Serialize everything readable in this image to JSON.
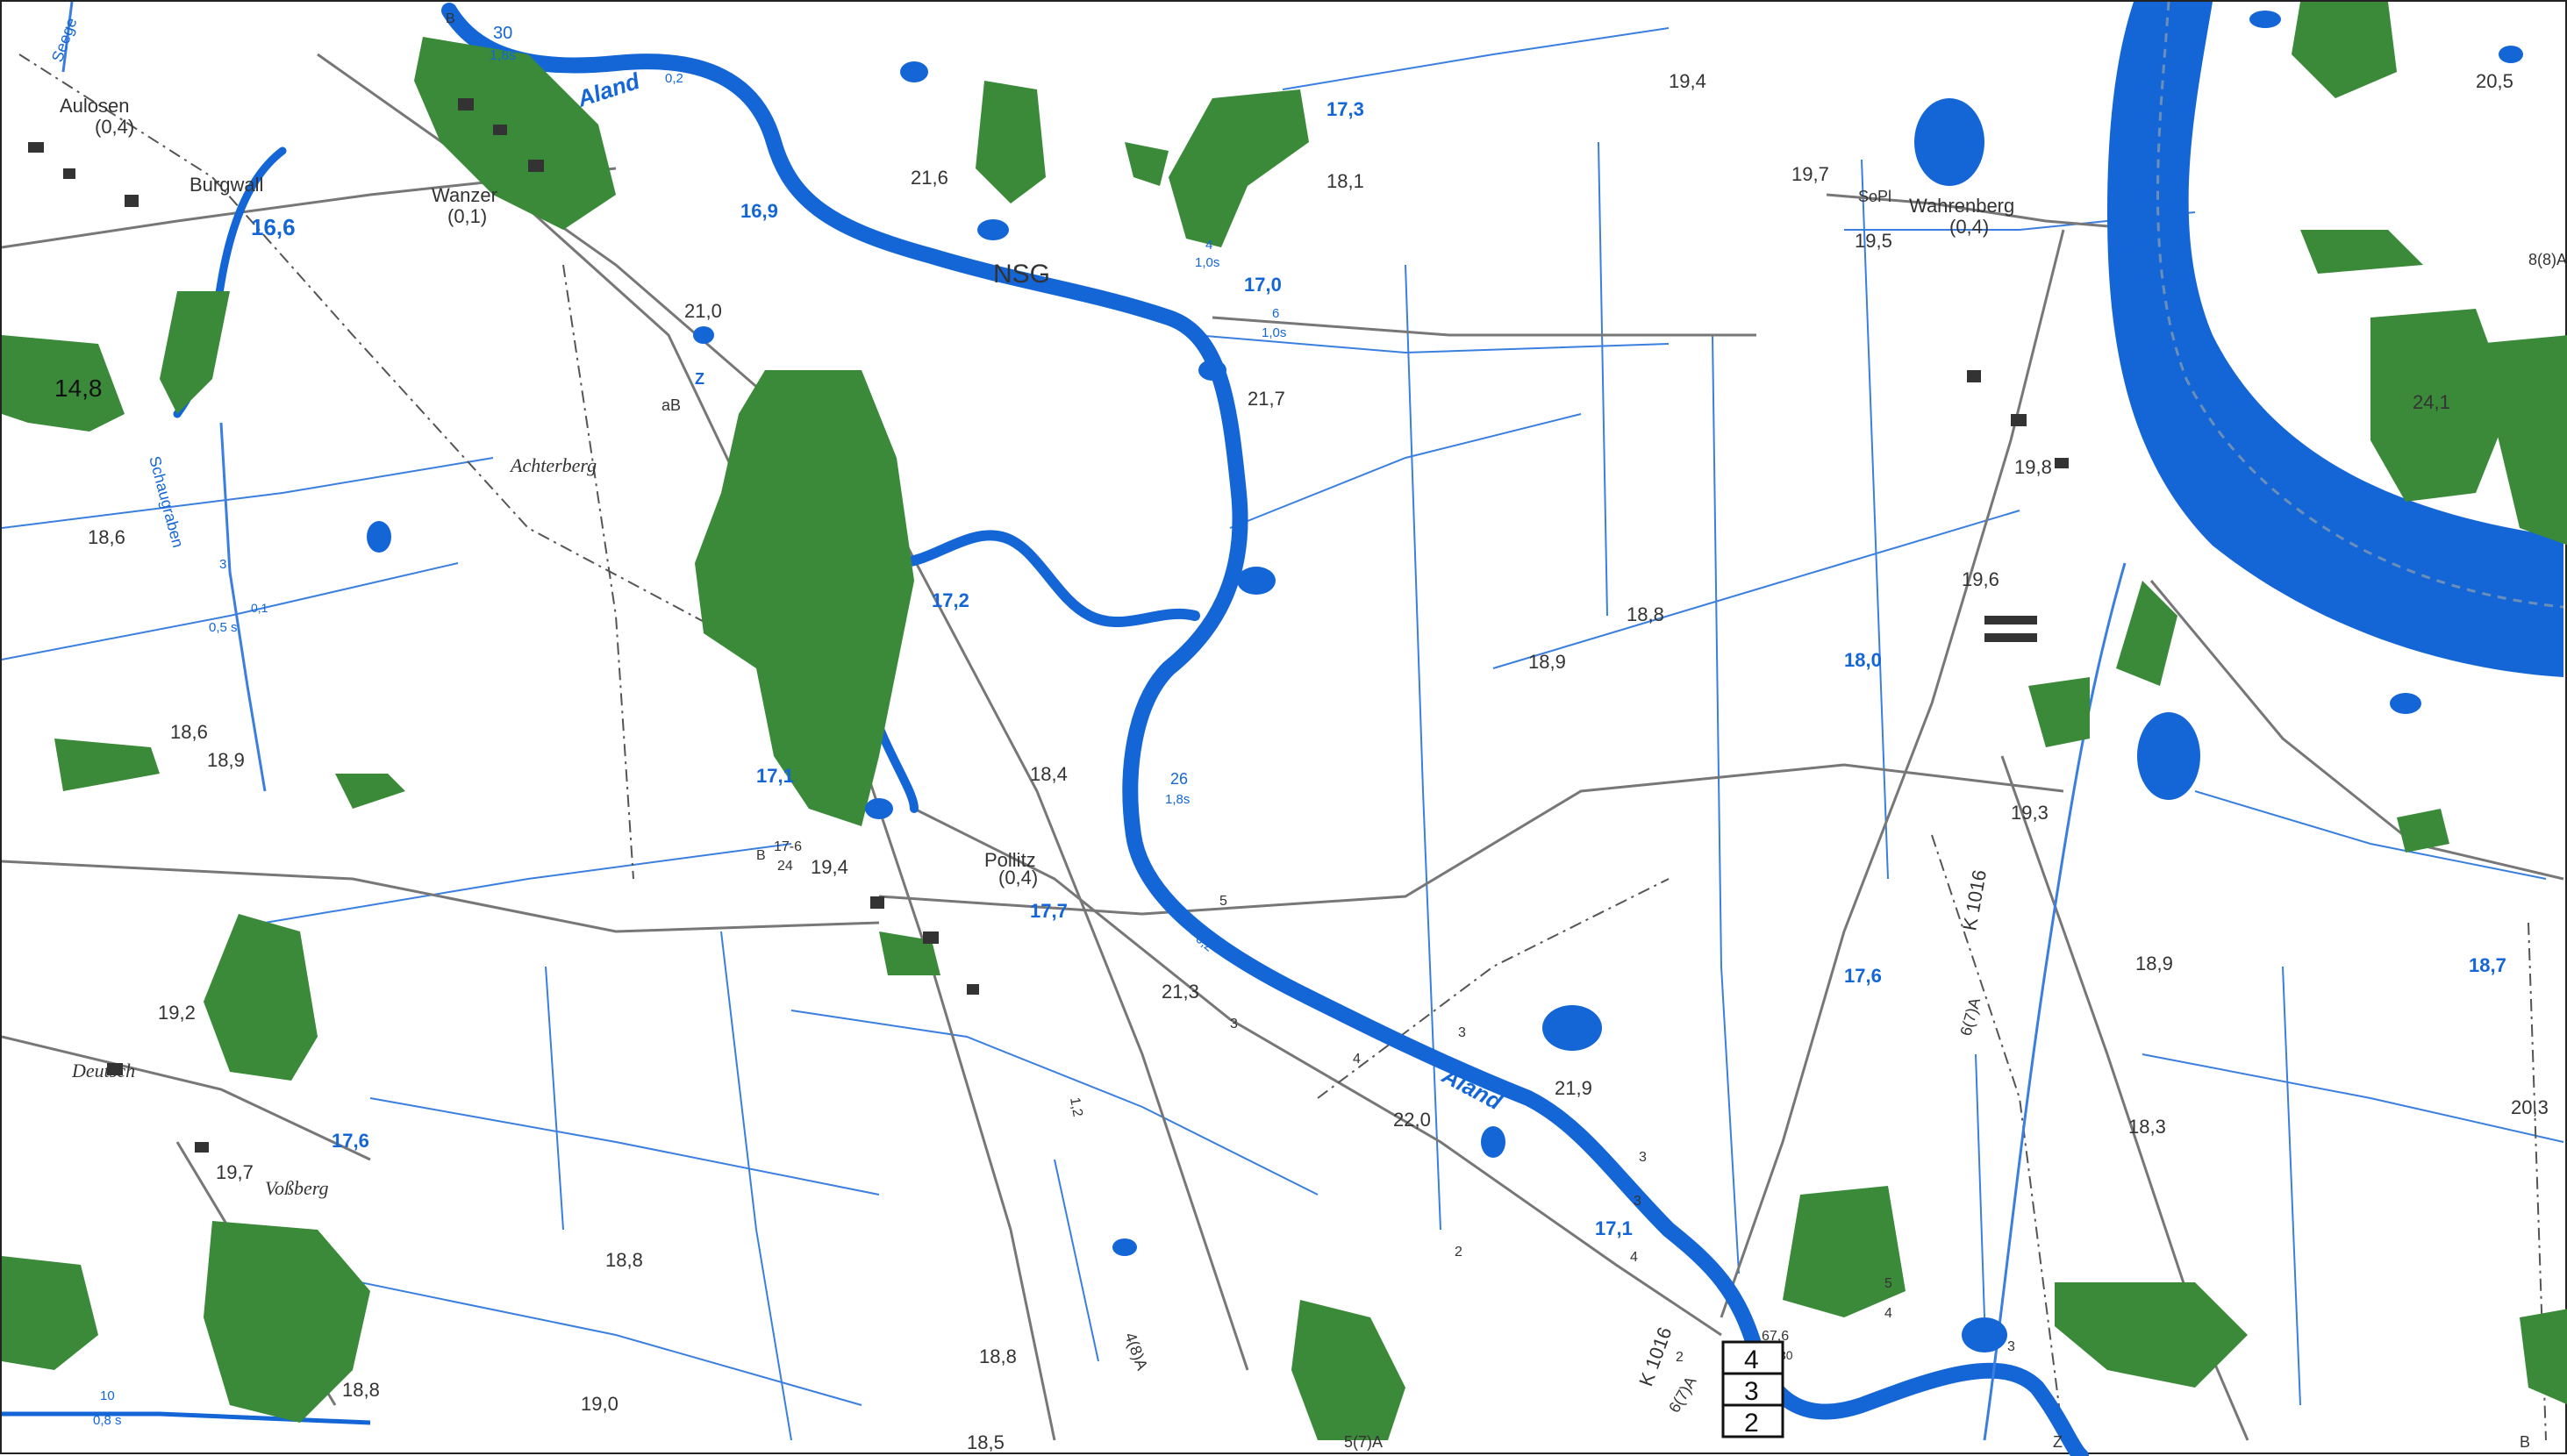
{
  "colors": {
    "water": "#1466d6",
    "forest": "#3a8a3a",
    "road": "#777777",
    "text": "#333333",
    "stream": "#3a7fe0"
  },
  "rivers": [
    {
      "name": "Aland",
      "id": "aland-north"
    },
    {
      "name": "Aland",
      "id": "aland-south"
    }
  ],
  "places": [
    "Aulosen",
    "Burgwall",
    "Wanzer",
    "Achterberg",
    "NSG",
    "Wahrenberg",
    "Pollitz",
    "Deutsch",
    "Voßberg"
  ],
  "place_values": [
    "(0,4)",
    "(0,1)",
    "(0,4)",
    "(0,4)"
  ],
  "streams": [
    "Seege",
    "Schaugraben"
  ],
  "road_labels": [
    "K 1016",
    "K 1016",
    "SoPl",
    "aB",
    "6(7)A",
    "6(7)A",
    "4(8)A",
    "5(7)A",
    "8(8)A"
  ],
  "elevations": [
    "19,4",
    "20,5",
    "19,7",
    "19,5",
    "21,6",
    "18,1",
    "21,0",
    "21,7",
    "24,1",
    "19,8",
    "19,6",
    "18,6",
    "18,8",
    "18,9",
    "18,6",
    "18,9",
    "18,4",
    "19,4",
    "21,3",
    "19,3",
    "18,9",
    "19,2",
    "22,0",
    "21,9",
    "20,3",
    "18,3",
    "19,7",
    "18,8",
    "18,8",
    "19,0",
    "18,5",
    "18,8",
    "14,8"
  ],
  "water_levels": [
    "16,9",
    "16,6",
    "17,3",
    "17,0",
    "17,2",
    "18,0",
    "17,1",
    "17,7",
    "17,6",
    "17,6",
    "18,7",
    "17,1"
  ],
  "gauges": [
    {
      "width": "30",
      "depth": "1,8s"
    },
    {
      "width": "4",
      "depth": "1,0s"
    },
    {
      "width": "6",
      "depth": "1,0s"
    },
    {
      "width": "26",
      "depth": "1,8s"
    },
    {
      "width": "3",
      "depth": "0,5 s"
    },
    {
      "width": "10",
      "depth": "0,8 s"
    }
  ],
  "flow_values": [
    "0,2",
    "0,2",
    "0,1"
  ],
  "misc_labels": [
    "Z",
    "B",
    "17-6",
    "24",
    "B",
    "1,2",
    "67,6",
    "30",
    "Z",
    "B",
    "5",
    "4",
    "3",
    "3",
    "2",
    "4",
    "3",
    "5",
    "4",
    "3",
    "3",
    "2"
  ],
  "sheet_index": [
    "4",
    "3",
    "2"
  ]
}
